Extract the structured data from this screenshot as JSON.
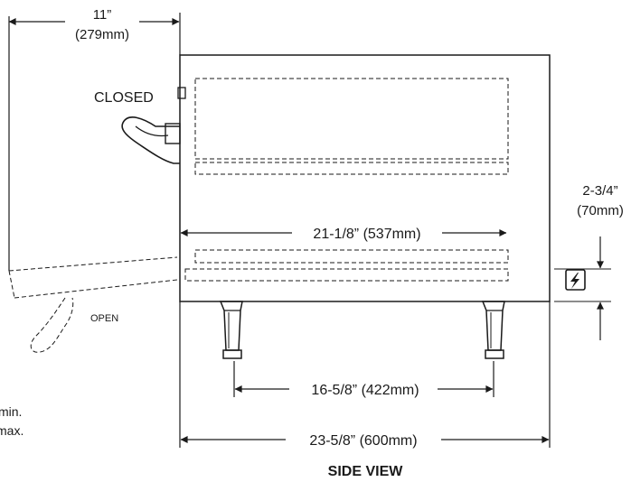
{
  "labels": {
    "top_width_in": "11”",
    "top_width_mm": "(279mm)",
    "closed": "CLOSED",
    "open": "OPEN",
    "interior_width": "21-1/8” (537mm)",
    "clearance_in": "2-3/4”",
    "clearance_mm": "(70mm)",
    "leg_span": "16-5/8” (422mm)",
    "overall_width": "23-5/8” (600mm)",
    "view_title": "SIDE VIEW",
    "note_min": "min.",
    "note_max": "max."
  },
  "icons": {
    "power_symbol": "lightning-bolt-in-box"
  }
}
